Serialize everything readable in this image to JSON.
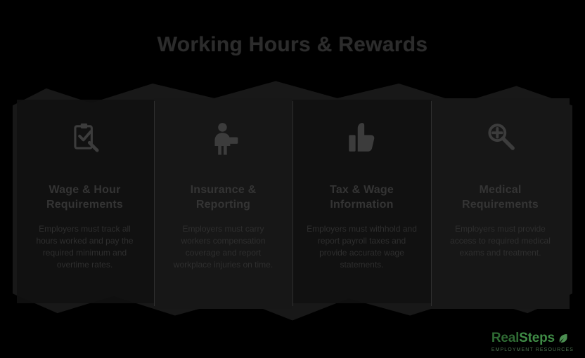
{
  "page": {
    "title": "Working Hours & Rewards",
    "background_color": "#000000",
    "ribbon_color": "#1f1f1f"
  },
  "cards": [
    {
      "icon": "clipboard-check-icon",
      "heading": "Wage & Hour Requirements",
      "body": "Employers must track all hours worked and pay the required minimum and overtime rates."
    },
    {
      "icon": "worker-person-icon",
      "heading": "Insurance & Reporting",
      "body": "Employers must carry workers compensation coverage and report workplace injuries on time."
    },
    {
      "icon": "thumbs-up-icon",
      "heading": "Tax & Wage Information",
      "body": "Employers must withhold and report payroll taxes and provide accurate wage statements."
    },
    {
      "icon": "stethoscope-icon",
      "heading": "Medical Requirements",
      "body": "Employers must provide access to required medical exams and treatment."
    }
  ],
  "logo": {
    "word_primary": "Real",
    "word_secondary": "Steps",
    "leaf_icon": "leaf-icon",
    "tagline": "EMPLOYMENT RESOURCES",
    "color": "#2f6b34"
  }
}
